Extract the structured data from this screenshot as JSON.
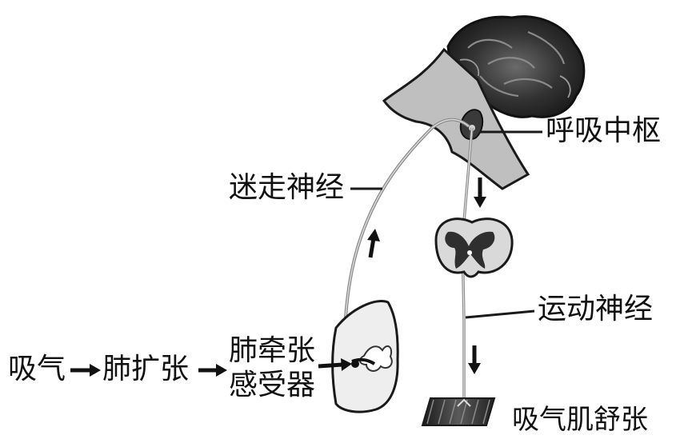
{
  "labels": {
    "respiratory_center": "呼吸中枢",
    "vagus_nerve": "迷走神经",
    "motor_nerve": "运动神经",
    "inhale": "吸气",
    "lung_expand": "肺扩张",
    "stretch_receptor_line1": "肺牵张",
    "stretch_receptor_line2": "感受器",
    "inspiratory_muscle_relax": "吸气肌舒张"
  },
  "colors": {
    "line": "#1a1a1a",
    "brainstem_fill": "#bfbfbf",
    "cerebellum_fill": "#2b2b2b",
    "lung_fill": "#eeeeee",
    "nerve": "#8c8c8c",
    "spinal_fill": "#d9d9d9",
    "muscle_fill": "#3a3a3a"
  },
  "icons": [
    "cerebellum-icon",
    "brainstem-icon",
    "spinal-cord-icon",
    "lung-icon",
    "muscle-icon",
    "arrow-icon"
  ]
}
